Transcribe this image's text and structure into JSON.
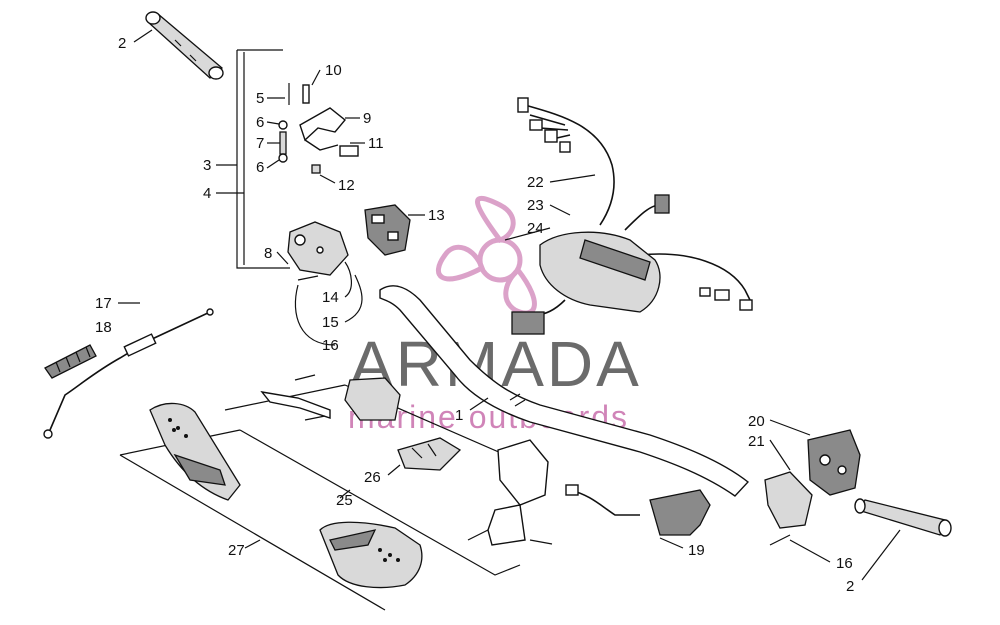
{
  "callouts": {
    "c1": "1",
    "c2a": "2",
    "c2b": "2",
    "c3": "3",
    "c4": "4",
    "c5": "5",
    "c6a": "6",
    "c6b": "6",
    "c7": "7",
    "c8": "8",
    "c9": "9",
    "c10": "10",
    "c11": "11",
    "c12": "12",
    "c13": "13",
    "c14": "14",
    "c15": "15",
    "c16a": "16",
    "c16b": "16",
    "c17": "17",
    "c18": "18",
    "c19": "19",
    "c20": "20",
    "c21": "21",
    "c22": "22",
    "c23": "23",
    "c24": "24",
    "c25": "25",
    "c26": "26",
    "c27": "27"
  },
  "watermark": {
    "brand": "ARMADA",
    "tagline": "marine outboards",
    "colors": {
      "brand": "#6b6b6b",
      "accent": "#d084b8"
    }
  }
}
